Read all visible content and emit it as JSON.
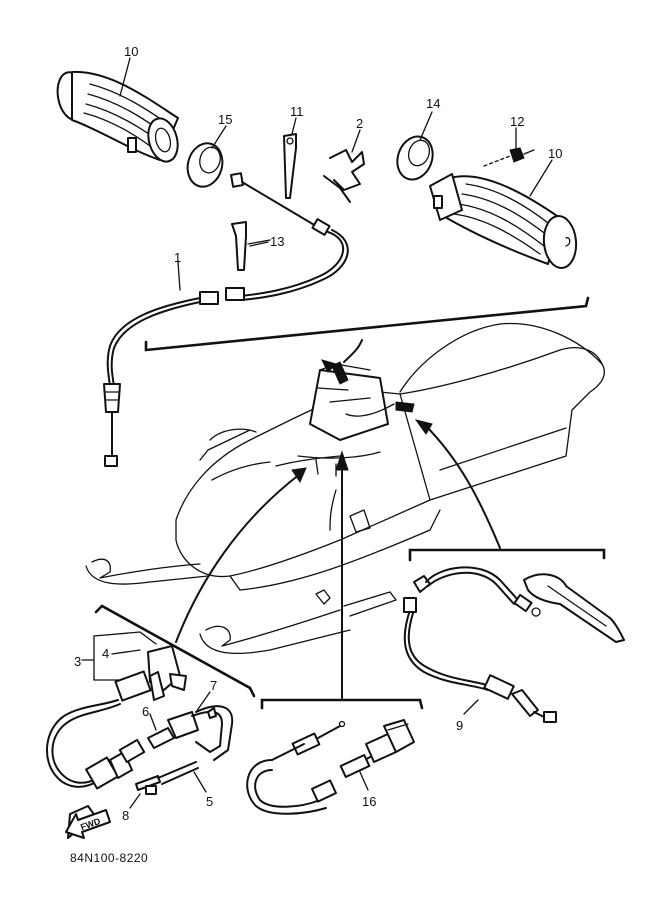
{
  "diagram": {
    "part_number": "84N100-8220",
    "fwd_label": "FWD",
    "callouts": {
      "c1": "1",
      "c2": "2",
      "c3": "3",
      "c4": "4",
      "c5": "5",
      "c6": "6",
      "c7": "7",
      "c8": "8",
      "c9": "9",
      "c10_left": "10",
      "c10_right": "10",
      "c11": "11",
      "c12": "12",
      "c13": "13",
      "c14": "14",
      "c15": "15",
      "c16": "16"
    }
  }
}
